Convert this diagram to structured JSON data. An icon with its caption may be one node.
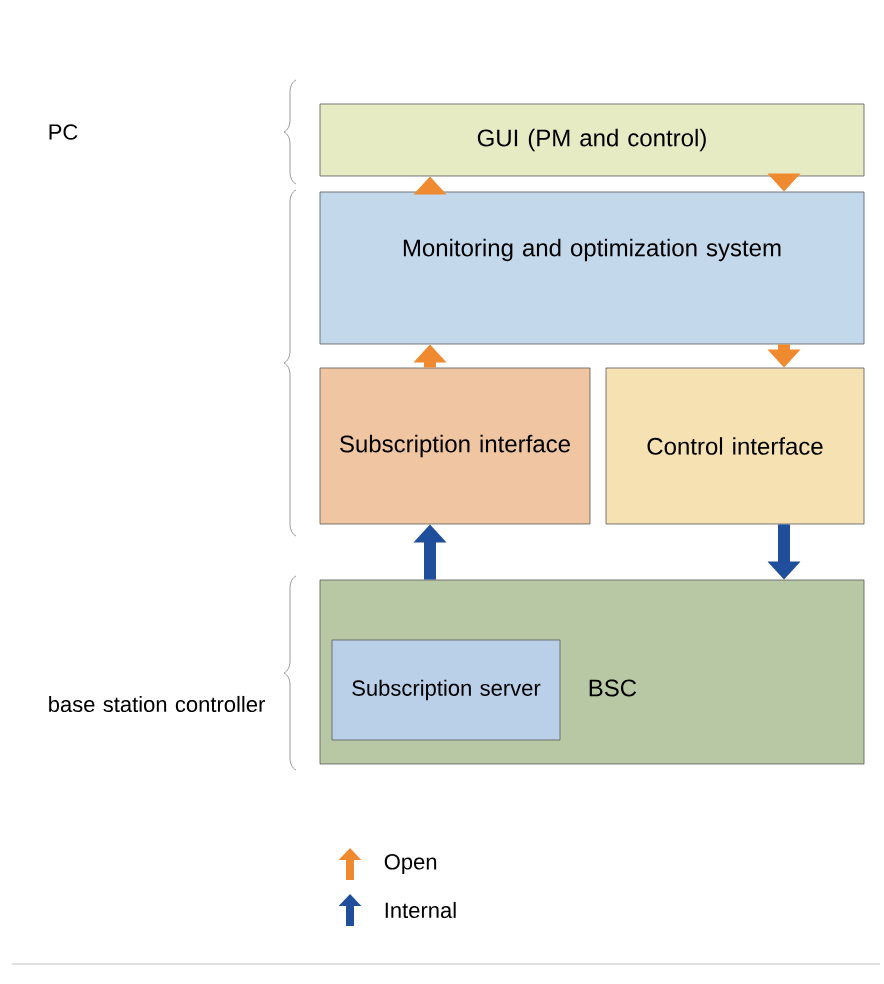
{
  "diagram": {
    "nodes": [
      {
        "text": [
          "GUI (PM and control)"
        ]
      },
      {
        "text": [
          "Monitoring and optimization system"
        ]
      },
      {
        "text": [
          "Subscription interface"
        ]
      },
      {
        "text": [
          "Control interface"
        ]
      },
      {
        "text": [
          "BSC"
        ]
      },
      {
        "text": [
          "Subscription server"
        ],
        "in": 4
      }
    ],
    "edges": [
      {
        "from": 1,
        "to": 0,
        "arrow": "to"
      },
      {
        "from": 0,
        "to": 1,
        "arrow": "to"
      },
      {
        "from": 2,
        "to": 1,
        "arrow": "to"
      },
      {
        "from": 1,
        "to": 3,
        "arrow": "to"
      },
      {
        "from": 4,
        "to": 2,
        "arrow": "to",
        "color": "#1f4f9a"
      },
      {
        "from": 3,
        "to": 4,
        "arrow": "to",
        "color": "#1f4f9a"
      }
    ],
    "labels": [
      "PC",
      "base station controller"
    ],
    "legend": [
      {
        "text": "Open"
      },
      {
        "text": "Internal"
      }
    ]
  }
}
